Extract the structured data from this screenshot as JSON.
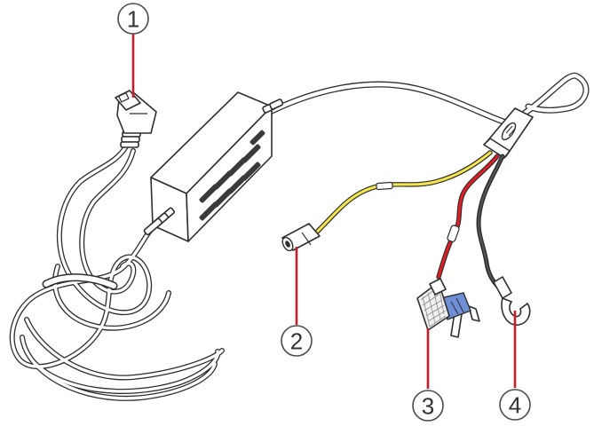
{
  "callouts": [
    {
      "number": "1",
      "part": "usb-connector"
    },
    {
      "number": "2",
      "part": "yellow-acc-connector"
    },
    {
      "number": "3",
      "part": "red-fuse-tap"
    },
    {
      "number": "4",
      "part": "black-ground-ring"
    }
  ],
  "colors": {
    "leader": "#c81e2a",
    "outline": "#2e2e2e",
    "yellow_wire": "#f4e64b",
    "red_wire": "#e31d24",
    "black_wire": "#2b2b2b",
    "fuse_blue": "#6f8fd6",
    "fuse_body": "#f1f1f1"
  }
}
